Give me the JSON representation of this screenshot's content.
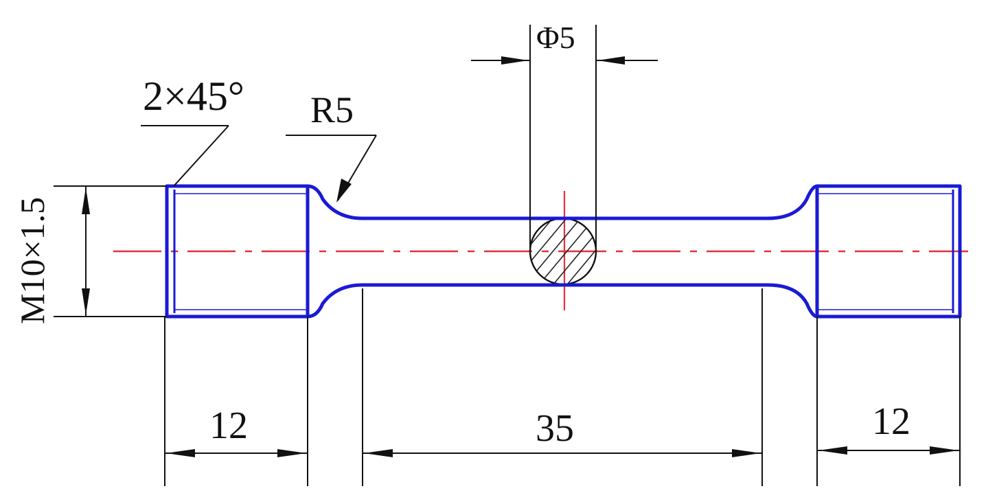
{
  "colors": {
    "part_outline": "#1a1ad6",
    "dimension_line": "#111111",
    "center_line": "#e0303a",
    "hatch": "#222222",
    "background": "#ffffff"
  },
  "labels": {
    "chamfer": "2×45°",
    "fillet_radius": "R5",
    "section_diameter": "Φ5",
    "thread_spec": "M10×1.5",
    "left_thread_length": "12",
    "gauge_length": "35",
    "right_thread_length": "12"
  }
}
